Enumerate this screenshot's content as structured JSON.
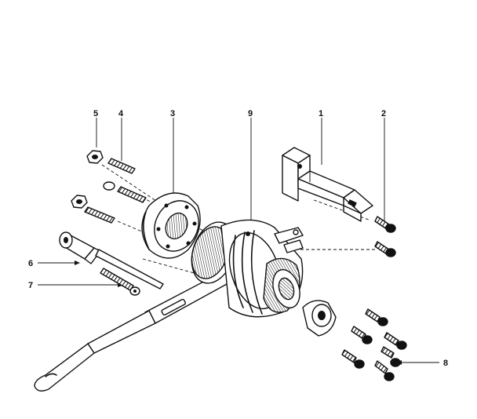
{
  "callouts": [
    {
      "id": "1",
      "label": "1"
    },
    {
      "id": "2",
      "label": "2"
    },
    {
      "id": "3",
      "label": "3"
    },
    {
      "id": "4",
      "label": "4"
    },
    {
      "id": "5",
      "label": "5"
    },
    {
      "id": "6",
      "label": "6"
    },
    {
      "id": "7",
      "label": "7"
    },
    {
      "id": "8",
      "label": "8"
    },
    {
      "id": "9",
      "label": "9"
    }
  ],
  "colors": {
    "ink": "#111111",
    "paper": "#ffffff"
  }
}
